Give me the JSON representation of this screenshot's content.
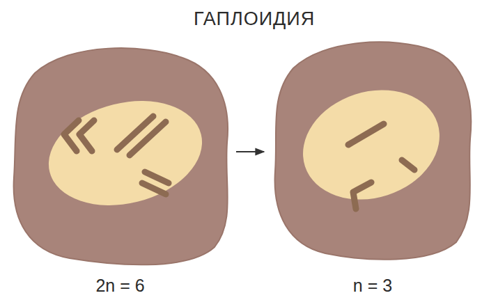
{
  "diagram": {
    "title": "ГАПЛОИДИЯ",
    "nodes": [
      {
        "text": [
          "2n = 6"
        ]
      },
      {
        "text": [
          "n = 3"
        ]
      }
    ],
    "edges": [
      {
        "from": 0,
        "to": 1,
        "arrow": "to"
      }
    ]
  }
}
